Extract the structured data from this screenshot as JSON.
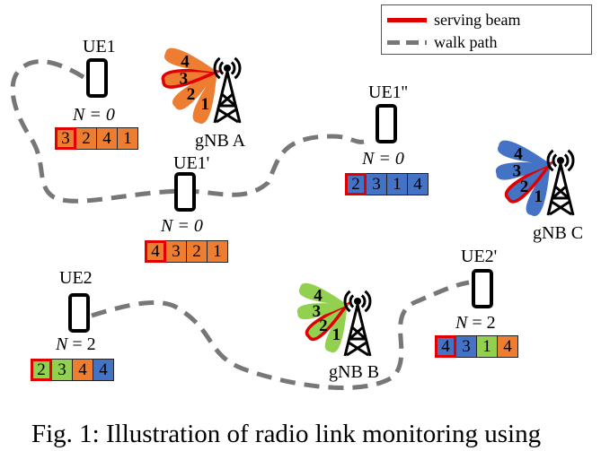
{
  "legend": {
    "serving_beam": "serving beam",
    "walk_path": "walk path"
  },
  "colors": {
    "serving": "#e00000",
    "orange": "#ed7d31",
    "blue": "#4472c4",
    "green": "#92d050",
    "path": "#777777"
  },
  "gnbs": [
    {
      "id": "a",
      "label": "gNB A",
      "beam_color": "orange",
      "serving_beam": 3,
      "beams": [
        "1",
        "2",
        "3",
        "4"
      ]
    },
    {
      "id": "c",
      "label": "gNB C",
      "beam_color": "blue",
      "serving_beam": 2,
      "beams": [
        "1",
        "2",
        "3",
        "4"
      ]
    },
    {
      "id": "b",
      "label": "gNB B",
      "beam_color": "green",
      "serving_beam": 2,
      "beams": [
        "1",
        "2",
        "3",
        "4"
      ]
    }
  ],
  "ues": [
    {
      "label": "UE1",
      "n_var": "N",
      "n_eq": " = 0",
      "cells": [
        {
          "v": "3",
          "c": "orange",
          "hl": true
        },
        {
          "v": "2",
          "c": "orange"
        },
        {
          "v": "4",
          "c": "orange"
        },
        {
          "v": "1",
          "c": "orange"
        }
      ]
    },
    {
      "label": "UE1'",
      "n_var": "N",
      "n_eq": " = 0",
      "cells": [
        {
          "v": "4",
          "c": "orange",
          "hl": true
        },
        {
          "v": "3",
          "c": "orange"
        },
        {
          "v": "2",
          "c": "orange"
        },
        {
          "v": "1",
          "c": "orange"
        }
      ]
    },
    {
      "label": "UE1''",
      "n_var": "N",
      "n_eq": " = 0",
      "cells": [
        {
          "v": "2",
          "c": "blue",
          "hl": true
        },
        {
          "v": "3",
          "c": "blue"
        },
        {
          "v": "1",
          "c": "blue"
        },
        {
          "v": "4",
          "c": "blue"
        }
      ]
    },
    {
      "label": "UE2",
      "n_var": "N",
      "n_eq": " = 2",
      "cells": [
        {
          "v": "2",
          "c": "green",
          "hl": true
        },
        {
          "v": "3",
          "c": "green"
        },
        {
          "v": "4",
          "c": "orange"
        },
        {
          "v": "4",
          "c": "blue"
        }
      ]
    },
    {
      "label": "UE2'",
      "n_var": "N",
      "n_eq": " = 2",
      "cells": [
        {
          "v": "4",
          "c": "blue",
          "hl": true
        },
        {
          "v": "3",
          "c": "blue"
        },
        {
          "v": "1",
          "c": "green"
        },
        {
          "v": "4",
          "c": "orange"
        }
      ]
    }
  ],
  "caption": "Fig. 1: Illustration of radio link monitoring using"
}
